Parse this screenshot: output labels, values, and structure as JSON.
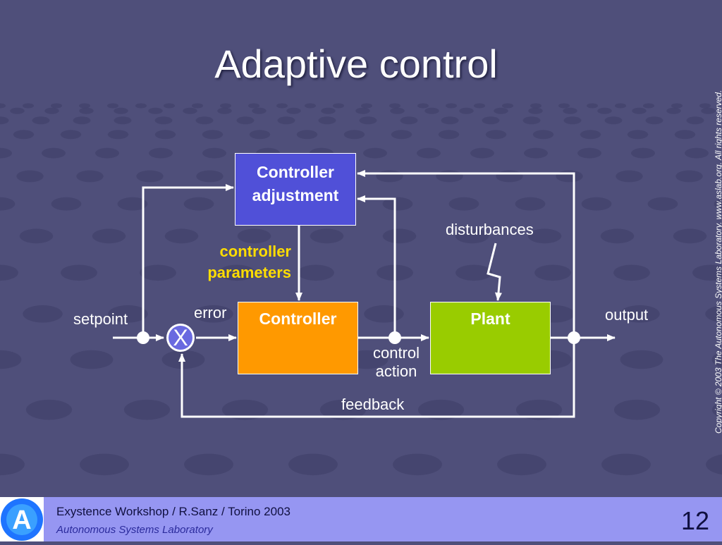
{
  "slide": {
    "title": "Adaptive control",
    "copyright": {
      "prefix": "Copyright © 2003 The Autonomous Systems Laboratory. ",
      "link": "www.aslab.org",
      "suffix": ". All rights reserved."
    }
  },
  "diagram": {
    "blocks": {
      "adjustment": "Controller adjustment",
      "controller": "Controller",
      "plant": "Plant"
    },
    "labels": {
      "setpoint": "setpoint",
      "error": "error",
      "controller_parameters": "controller parameters",
      "disturbances": "disturbances",
      "output": "output",
      "control_action": "control action",
      "feedback": "feedback"
    },
    "summing_junction": "X"
  },
  "footer": {
    "line1": "Exystence Workshop / R.Sanz / Torino 2003",
    "line2": "Autonomous Systems Laboratory",
    "page_number": "12",
    "logo_letter": "A"
  },
  "colors": {
    "background": "#4f4f7a",
    "adjustment_block": "#5050d8",
    "controller_block": "#ff9900",
    "plant_block": "#99cc00",
    "highlight_text": "#ffdd00",
    "footer_bar": "#9696f2"
  }
}
